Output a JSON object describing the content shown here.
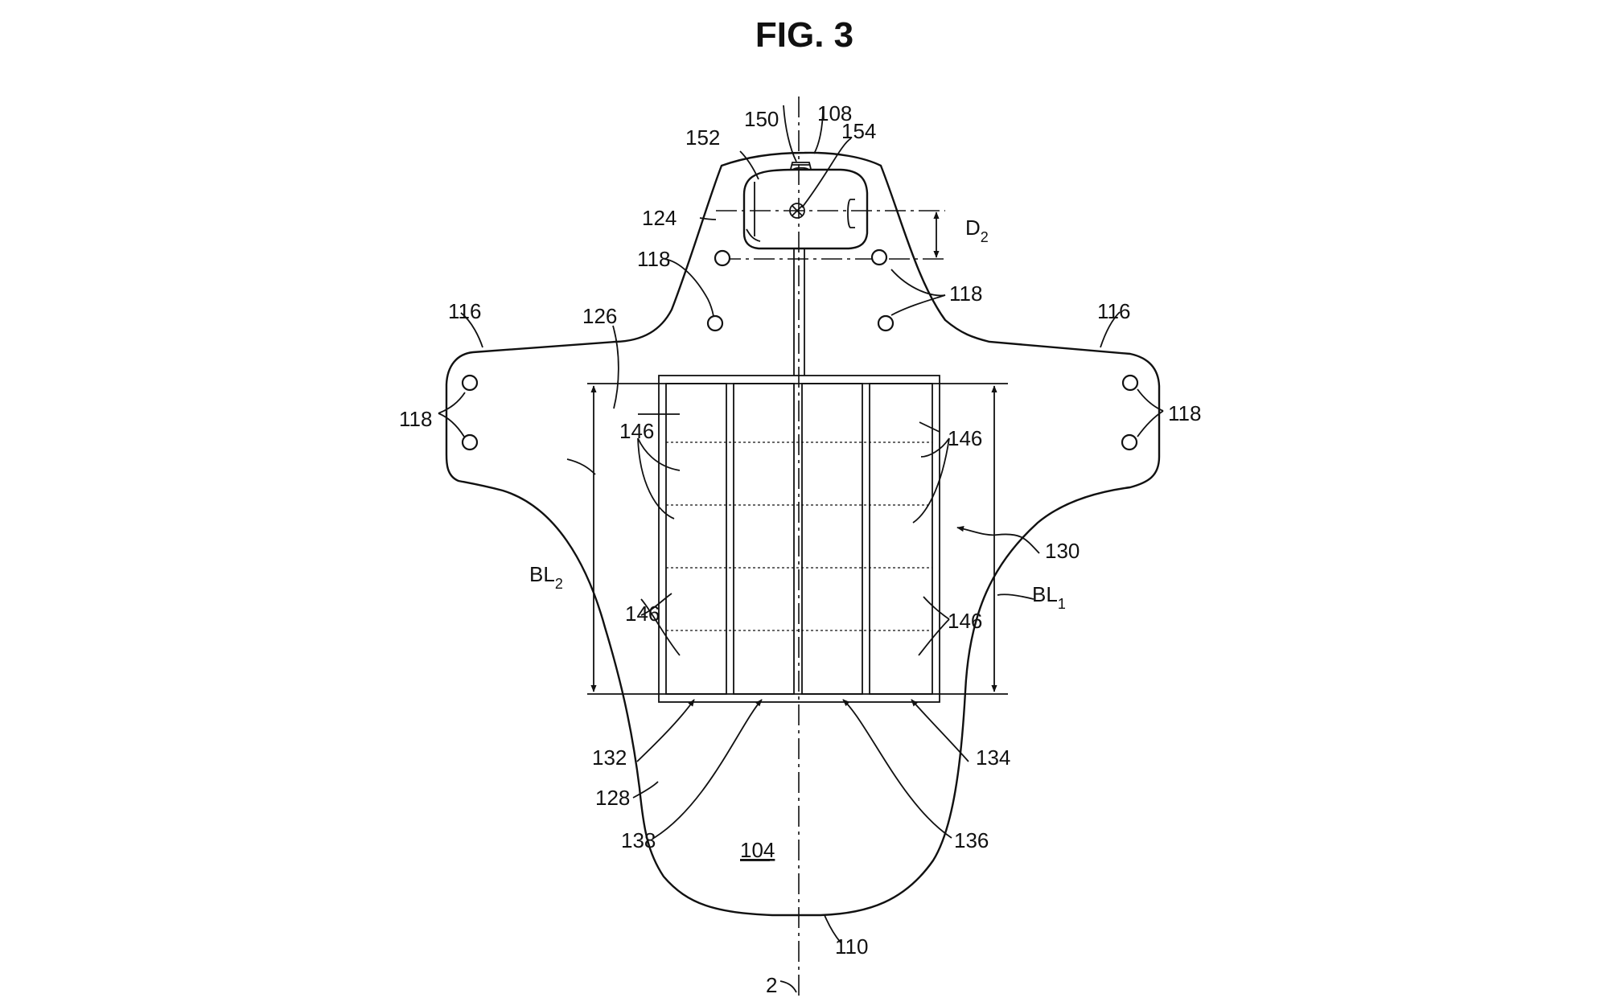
{
  "figure": {
    "title": "FIG. 3",
    "labels": {
      "l104": "104",
      "l108": "108",
      "l110": "110",
      "l116_left": "116",
      "l116_right": "116",
      "l118_upper_left": "118",
      "l118_upper_right": "118",
      "l118_left": "118",
      "l118_right": "118",
      "l124": "124",
      "l126": "126",
      "l128": "128",
      "l130": "130",
      "l132": "132",
      "l134": "134",
      "l136": "136",
      "l138": "138",
      "l146_ul": "146",
      "l146_ur": "146",
      "l146_ll": "146",
      "l146_lr": "146",
      "l150": "150",
      "l152": "152",
      "l154": "154",
      "l2": "2",
      "d2_main": "D",
      "d2_sub": "2",
      "bl1_main": "BL",
      "bl1_sub": "1",
      "bl2_main": "BL",
      "bl2_sub": "2"
    }
  }
}
